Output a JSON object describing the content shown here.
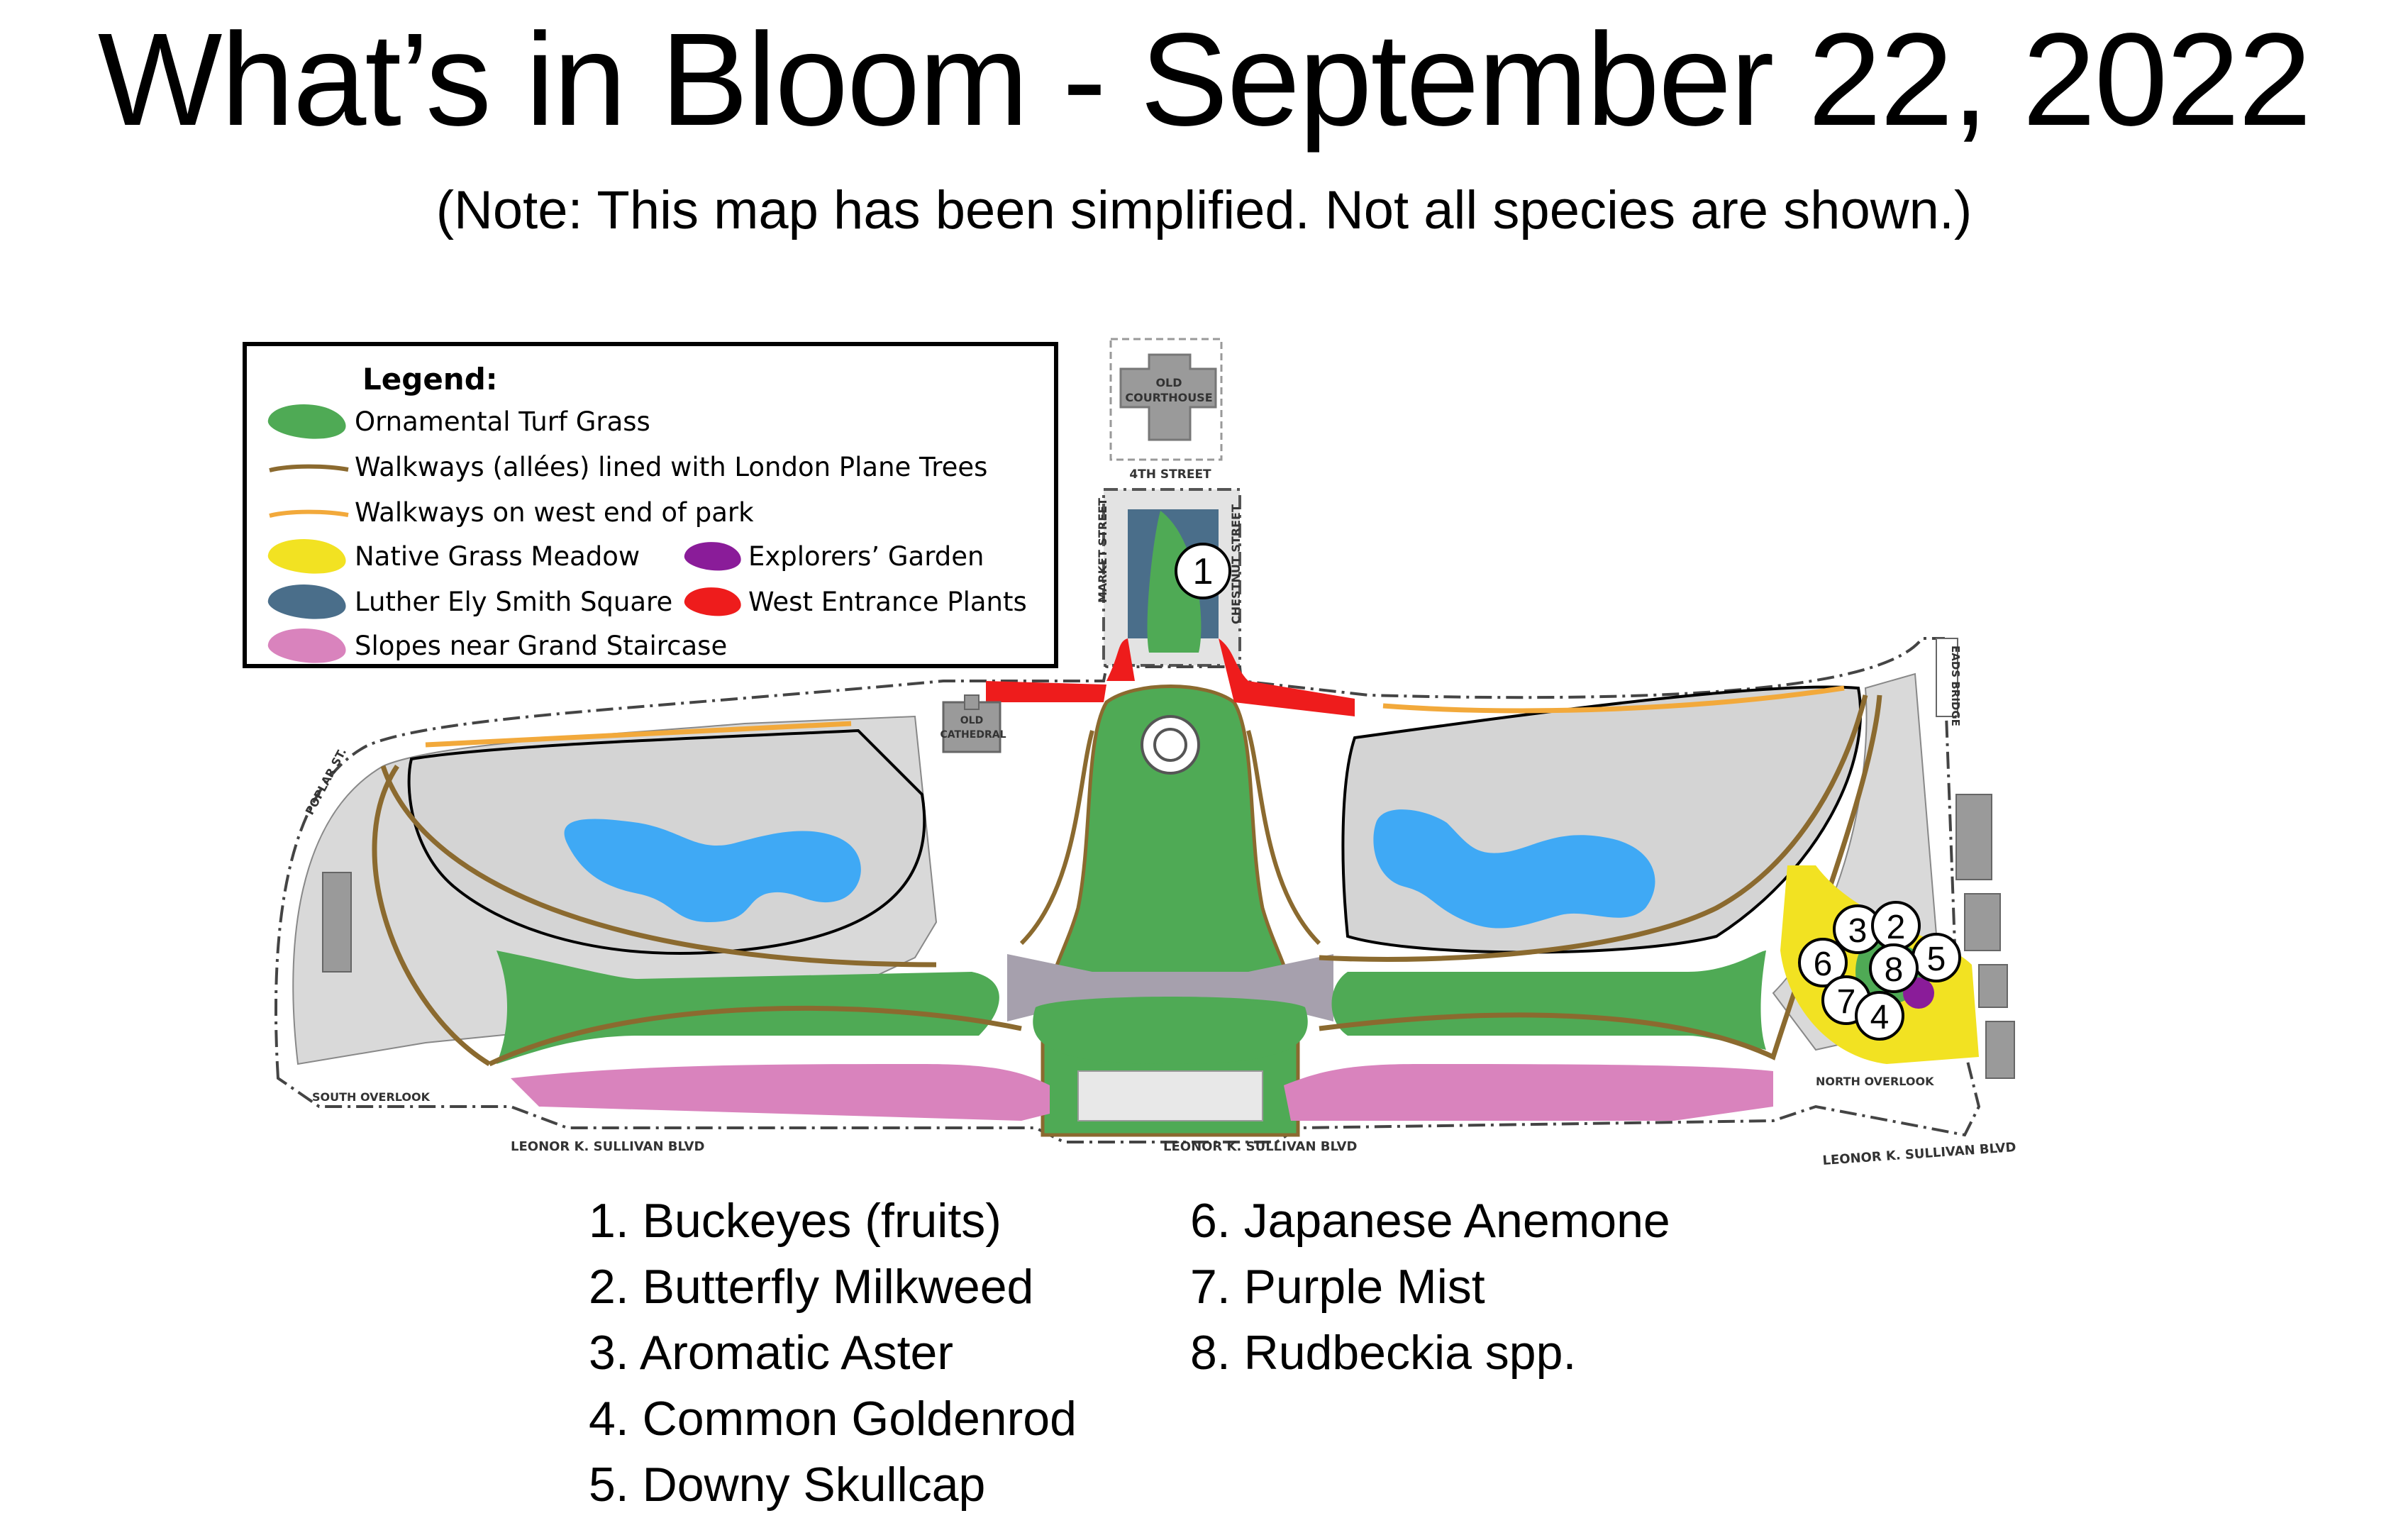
{
  "title": "What’s in Bloom - September 22, 2022",
  "note": "(Note: This map has been simplified. Not all species are shown.)",
  "legend": {
    "heading": "Legend:",
    "items": [
      {
        "label": "Ornamental Turf Grass",
        "color": "#4faa55",
        "kind": "area"
      },
      {
        "label": "Walkways (allées) lined with London Plane Trees",
        "color": "#8b6a2f",
        "kind": "path"
      },
      {
        "label": "Walkways on west end of park",
        "color": "#f2a93b",
        "kind": "path"
      },
      {
        "label": "Native Grass Meadow",
        "color": "#f2e222",
        "kind": "area"
      },
      {
        "label": "Explorers’ Garden",
        "color": "#8a1c99",
        "kind": "area"
      },
      {
        "label": "Luther Ely Smith Square",
        "color": "#4a6e8a",
        "kind": "area"
      },
      {
        "label": "West Entrance Plants",
        "color": "#ee1c1c",
        "kind": "area"
      },
      {
        "label": "Slopes near Grand Staircase",
        "color": "#d983bd",
        "kind": "area"
      }
    ]
  },
  "map_labels": {
    "old_courthouse": "OLD COURTHOUSE",
    "fourth_street": "4TH STREET",
    "market_street": "MARKET STREET",
    "chestnut_street": "CHESTNUT STREET",
    "old_cathedral": "OLD CATHEDRAL",
    "poplar_st": "POPLAR ST.",
    "eads_bridge": "EADS BRIDGE",
    "south_overlook": "SOUTH OVERLOOK",
    "north_overlook": "NORTH OVERLOOK",
    "blvd_left": "LEONOR K. SULLIVAN BLVD",
    "blvd_center": "LEONOR K. SULLIVAN BLVD",
    "blvd_right": "LEONOR K. SULLIVAN BLVD"
  },
  "markers": [
    "1",
    "2",
    "3",
    "4",
    "5",
    "6",
    "7",
    "8"
  ],
  "species": [
    "1. Buckeyes (fruits)",
    "2. Butterfly Milkweed",
    "3. Aromatic Aster",
    "4. Common Goldenrod",
    "5. Downy Skullcap",
    "6. Japanese Anemone",
    "7. Purple Mist",
    "8. Rudbeckia spp."
  ]
}
